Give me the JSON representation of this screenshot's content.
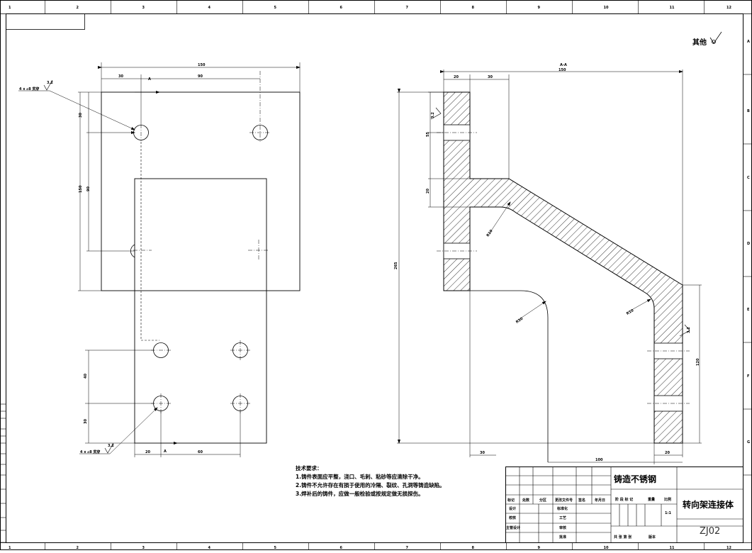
{
  "zone_columns": [
    "1",
    "2",
    "3",
    "4",
    "5",
    "6",
    "7",
    "8",
    "9",
    "10",
    "11",
    "12"
  ],
  "zone_rows_right": [
    "A",
    "B",
    "C",
    "D",
    "E",
    "F",
    "G"
  ],
  "surface_note": "其他",
  "left_view": {
    "hole_callout_top": "4 x ⌀8 贯穿",
    "hole_callout_bottom": "4 x ⌀8 贯穿",
    "roughness_value_top": "3.2",
    "roughness_value_bottom": "3.2",
    "dim_overall_width": "150",
    "dim_30_top": "30",
    "dim_90_top": "90",
    "dim_30_left": "30",
    "dim_90_left": "90",
    "dim_150_left": "150",
    "dim_40": "40",
    "dim_30_bottom": "30",
    "dim_20_bottom": "20",
    "dim_60_bottom": "60",
    "section_mark_top": "A",
    "section_mark_bottom": "A"
  },
  "section_view": {
    "section_title": "A-A",
    "dim_top_overall": "150",
    "dim_20_top": "20",
    "dim_30_top": "30",
    "dim_55": "55",
    "dim_20_side": "20",
    "dim_height": "265",
    "roughness_left": "3.2",
    "roughness_right": "3.2",
    "radius_r10_top": "R10",
    "radius_r30": "R30",
    "radius_r10_bottom": "R10",
    "dim_120": "120",
    "dim_30_bottom": "30",
    "dim_100_bottom": "100",
    "dim_20_bottom": "20"
  },
  "tech_requirements": {
    "heading": "技术要求：",
    "lines": [
      "1.铸件表面应平整，浇口、毛刺、粘砂等应清除干净。",
      "2.铸件不允许存在有损于使用的冷隔、裂纹、孔洞等铸造缺陷。",
      "3.焊补后的铸件，应做一般检验或按规定做无损探伤。"
    ]
  },
  "title_block": {
    "material": "铸造不锈钢",
    "part_name": "转向架连接体",
    "drawing_code": "ZJ02",
    "scale": "1:1",
    "header_row": [
      "标记",
      "处数",
      "分区",
      "更改文件号",
      "签名",
      "年月日"
    ],
    "stage_labels": "阶 段 标 记",
    "weight_label": "重量",
    "scale_label": "比例",
    "sheet_labels": "共 张 第 张",
    "version_label": "版本",
    "role_design": "设计",
    "role_check": "校核",
    "role_supervisor": "主管设计",
    "std_label": "标准化",
    "process_label": "工艺",
    "audit_label": "审核",
    "approve_label": "批准"
  }
}
